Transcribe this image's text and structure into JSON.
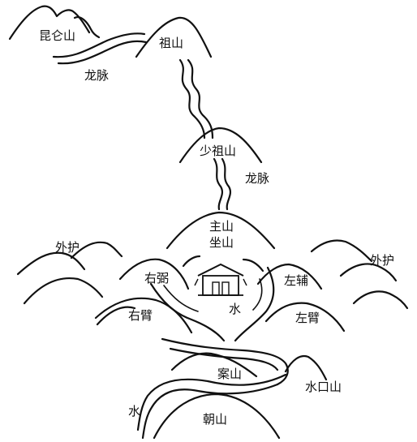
{
  "labels": {
    "kunlun": "昆仑山",
    "longmai_1": "龙脉",
    "zushan": "祖山",
    "shaozushan": "少祖山",
    "longmai_2": "龙脉",
    "zhushan": "主山",
    "zuoshan": "坐山",
    "waihu_left": "外护",
    "waihu_right": "外护",
    "youbi": "右弼",
    "zuofu": "左辅",
    "shui_center": "水",
    "youbi_arm": "右臂",
    "zuobi_arm": "左臂",
    "anshan": "案山",
    "shuikoushan": "水口山",
    "shui_outflow": "水",
    "chaoshan": "朝山"
  },
  "colors": {
    "ink": "#111111",
    "paper": "#ffffff"
  },
  "icons": {
    "house": "house-icon"
  }
}
